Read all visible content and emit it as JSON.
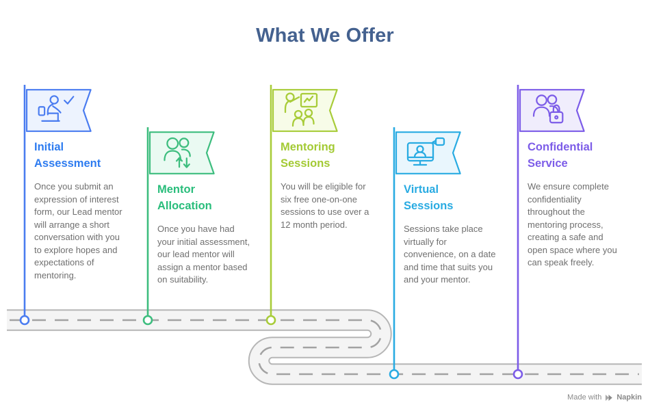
{
  "page": {
    "title": "What We Offer",
    "title_color": "#44618f"
  },
  "road": {
    "fill": "#f4f4f4",
    "casing": "#b6b6b6",
    "dash_color": "#a2a2a2"
  },
  "watermark": {
    "prefix": "Made with",
    "brand": "Napkin",
    "color": "#8a8a8a"
  },
  "milestones": [
    {
      "title": "Initial Assessment",
      "description": "Once you submit an expression of interest form, our Lead mentor will arrange a short conversation with you to explore hopes and expectations of mentoring.",
      "icon": "seated-person-check-icon",
      "color": "#4a7cf0",
      "title_color": "#2e7cf0",
      "flag_fill": "#edf3fe"
    },
    {
      "title": "Mentor Allocation",
      "description": "Once you have had your initial assessment, our lead mentor will assign a mentor based on suitability.",
      "icon": "two-people-swap-arrows-icon",
      "color": "#3dbd7e",
      "title_color": "#29bd7b",
      "flag_fill": "#eafaf2"
    },
    {
      "title": "Mentoring Sessions",
      "description": "You will be eligible for six free one-on-one sessions to use over a 12 month period.",
      "icon": "presenter-whiteboard-icon",
      "color": "#a8cc39",
      "title_color": "#a3ca34",
      "flag_fill": "#f7fce8"
    },
    {
      "title": "Virtual Sessions",
      "description": "Sessions take place virtually for convenience, on a date and time that suits you and your mentor.",
      "icon": "monitor-video-call-icon",
      "color": "#29abe2",
      "title_color": "#29abe2",
      "flag_fill": "#e9f6fd"
    },
    {
      "title": "Confidential Service",
      "description": "We ensure complete confidentiality throughout the mentoring process, creating a safe and open space where you can speak freely.",
      "icon": "two-people-padlock-icon",
      "color": "#7c5ce8",
      "title_color": "#7c5ce8",
      "flag_fill": "#f0edfc"
    }
  ]
}
